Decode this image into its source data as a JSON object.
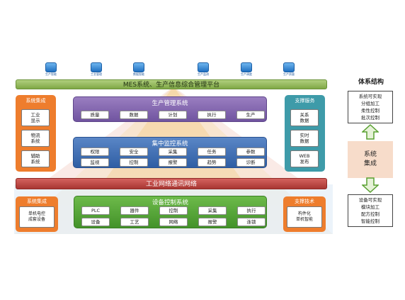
{
  "top_icons": [
    {
      "label": "生产智能",
      "icon": "monitor-icon"
    },
    {
      "label": "工艺管理",
      "icon": "document-icon"
    },
    {
      "label": "数据智能",
      "icon": "database-icon"
    },
    {
      "label": "生产监测",
      "icon": "robot-icon"
    },
    {
      "label": "生产调度",
      "icon": "people-icon"
    },
    {
      "label": "生产质量",
      "icon": "gear-icon"
    }
  ],
  "mes_bar": "MES系统、生产信息综合管理平台",
  "left_upper": {
    "title": "系统集成",
    "items": [
      "工业\n显示",
      "物流\n系统",
      "辅助\n系统"
    ]
  },
  "production_mgmt": {
    "title": "生产管理系统",
    "items": [
      "质量",
      "数据",
      "计划",
      "执行",
      "生产"
    ]
  },
  "monitoring": {
    "title": "集中监控系统",
    "row1": [
      "权限",
      "安全",
      "采集",
      "任务",
      "参数"
    ],
    "row2": [
      "监视",
      "控制",
      "报警",
      "趋势",
      "诊断"
    ]
  },
  "right_upper": {
    "title": "支撑服务",
    "items": [
      "关系\n数据",
      "实时\n数据",
      "WEB\n发布"
    ]
  },
  "network_bar": "工业网络通讯网络",
  "left_lower": {
    "title": "系统集成",
    "item": "单机电控\n成套设备"
  },
  "device_ctrl": {
    "title": "设备控制系统",
    "row1": [
      "PLC",
      "器件",
      "控制",
      "采集",
      "执行"
    ],
    "row2": [
      "设备",
      "工艺",
      "网络",
      "报警",
      "连锁"
    ]
  },
  "right_lower": {
    "title": "支撑技术",
    "item": "构件化\n单机智能"
  },
  "structure": {
    "title": "体系结构",
    "top": "系统可实现\n分组加工\n柔性控制\n批次控制",
    "middle": "系统\n集成",
    "bottom": "设备可实现\n模块加工\n配方控制\n智能控制"
  },
  "colors": {
    "purple": "#7f63a7",
    "blue": "#3f6eb4",
    "red": "#c0504d",
    "green": "#55a636",
    "orange": "#ee7d2d",
    "teal": "#3e9ba9",
    "mes": "#95b95a",
    "arrow": "#58a030",
    "arrow_box": "#e6f2d8"
  }
}
